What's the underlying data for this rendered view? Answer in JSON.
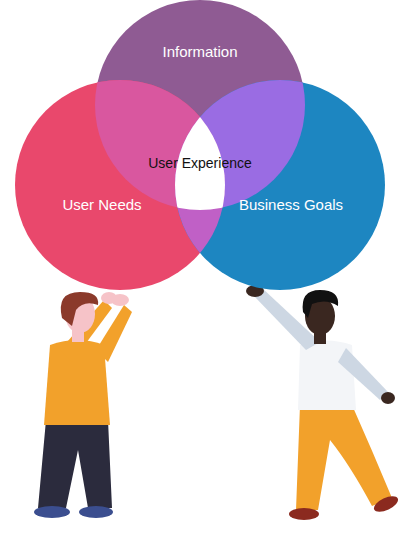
{
  "diagram": {
    "nodes": [
      {
        "text": [
          "Information"
        ]
      },
      {
        "text": [
          "User Needs"
        ]
      },
      {
        "text": [
          "User Experience"
        ]
      },
      {
        "text": [
          "Business Goals"
        ]
      }
    ]
  }
}
